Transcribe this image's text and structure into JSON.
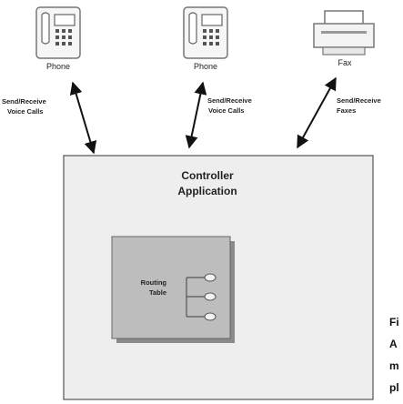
{
  "devices": {
    "phone1_label": "Phone",
    "phone2_label": "Phone",
    "fax_label": "Fax"
  },
  "links": {
    "phone1_line1": "Send/Receive",
    "phone1_line2": "Voice Calls",
    "phone2_line1": "Send/Receive",
    "phone2_line2": "Voice Calls",
    "fax_line1": "Send/Receive",
    "fax_line2": "Faxes"
  },
  "controller": {
    "title_line1": "Controller",
    "title_line2": "Application"
  },
  "routing_table": {
    "line1": "Routing",
    "line2": "Table"
  },
  "side_caption": {
    "line1": "Fi",
    "line2": "A",
    "line3": "m",
    "line4": "pl"
  }
}
